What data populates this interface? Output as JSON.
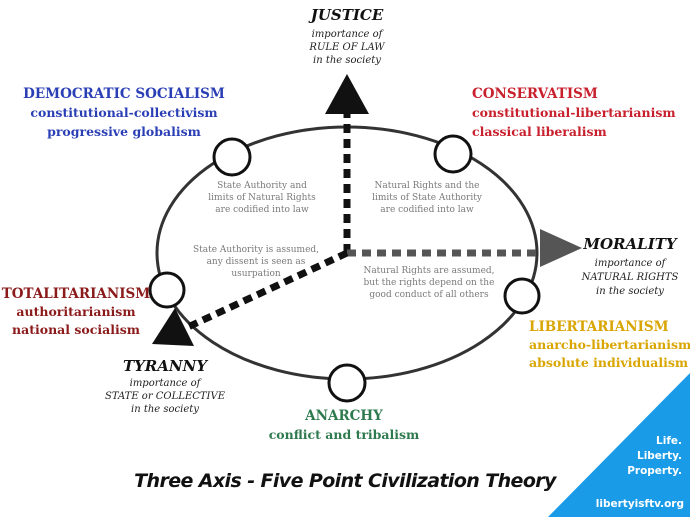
{
  "colors": {
    "blue": "#2a3fb5",
    "red": "#c8202c",
    "dark_red": "#8b1a1a",
    "gold": "#d9a500",
    "green": "#2e7a4e",
    "corner_blue": "#1a9be8"
  },
  "axes": {
    "justice": {
      "title": "JUSTICE",
      "lines": [
        "importance of",
        "RULE OF LAW",
        "in the society"
      ]
    },
    "morality": {
      "title": "MORALITY",
      "lines": [
        "importance of",
        "NATURAL RIGHTS",
        "in the society"
      ]
    },
    "tyranny": {
      "title": "TYRANNY",
      "lines": [
        "importance of",
        "STATE or COLLECTIVE",
        "in the society"
      ]
    }
  },
  "regions": {
    "upper_left": [
      "State Authority and",
      "limits of Natural Rights",
      "are codified into law"
    ],
    "upper_right": [
      "Natural Rights and the",
      "limits of State Authority",
      "are codified into law"
    ],
    "lower_left": [
      "State Authority is assumed,",
      "any dissent is seen as",
      "usurpation"
    ],
    "lower_right": [
      "Natural Rights are assumed,",
      "but the rights depend on the",
      "good conduct of all others"
    ]
  },
  "points": {
    "democratic_socialism": {
      "title": "DEMOCRATIC SOCIALISM",
      "lines": [
        "constitutional-collectivism",
        "progressive globalism"
      ]
    },
    "conservatism": {
      "title": "CONSERVATISM",
      "lines": [
        "constitutional-libertarianism",
        "classical liberalism"
      ]
    },
    "totalitarianism": {
      "title": "TOTALITARIANISM",
      "lines": [
        "authoritarianism",
        "national socialism"
      ]
    },
    "libertarianism": {
      "title": "LIBERTARIANISM",
      "lines": [
        "anarcho-libertarianism",
        "absolute individualism"
      ]
    },
    "anarchy": {
      "title": "ANARCHY",
      "lines": [
        "conflict and tribalism"
      ]
    }
  },
  "footer": {
    "title": "Three Axis - Five Point Civilization Theory"
  },
  "corner": {
    "lines": [
      "Life.",
      "Liberty.",
      "Property."
    ],
    "site": "libertyisftv.org"
  }
}
